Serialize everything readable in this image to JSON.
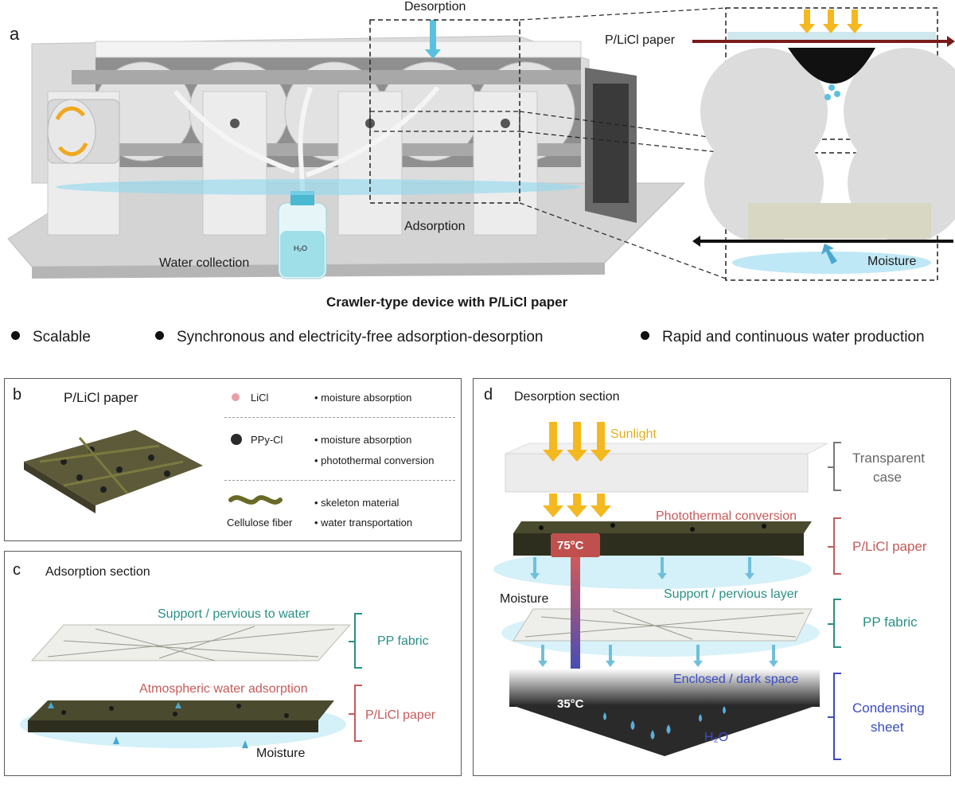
{
  "panel_a": {
    "letter": "a",
    "desorption": "Desorption",
    "adsorption": "Adsorption",
    "water_collection": "Water collection",
    "h2o_bottle": "H₂O",
    "plicl_paper": "P/LiCl paper",
    "moisture": "Moisture",
    "title": "Crawler-type device with P/LiCl paper"
  },
  "bullets": [
    "Scalable",
    "Synchronous and electricity-free adsorption-desorption",
    "Rapid and continuous water production"
  ],
  "panel_b": {
    "letter": "b",
    "title": "P/LiCl paper",
    "licl": "LiCl",
    "licl_prop": "• moisture absorption",
    "ppy": "PPy-Cl",
    "ppy_prop1": "• moisture absorption",
    "ppy_prop2": "• photothermal conversion",
    "fiber": "Cellulose fiber",
    "fiber_prop1": "• skeleton material",
    "fiber_prop2": "• water transportation"
  },
  "panel_c": {
    "letter": "c",
    "title": "Adsorption section",
    "support": "Support / pervious to water",
    "pp_fabric": "PP fabric",
    "atmo": "Atmospheric water adsorption",
    "plicl": "P/LiCl paper",
    "moisture": "Moisture"
  },
  "panel_d": {
    "letter": "d",
    "title": "Desorption section",
    "sunlight": "Sunlight",
    "transparent": "Transparent",
    "case": "case",
    "photothermal": "Photothermal conversion",
    "plicl": "P/LiCl paper",
    "temp_hot": "75°C",
    "moisture": "Moisture",
    "support": "Support / pervious layer",
    "pp_fabric": "PP fabric",
    "temp_cold": "35°C",
    "enclosed": "Enclosed / dark space",
    "condensing": "Condensing",
    "sheet": "sheet",
    "h2o": "H₂O"
  },
  "colors": {
    "teal": "#2a8f85",
    "red": "#c65a5a",
    "blue": "#3a4cc0",
    "gold": "#e0b020",
    "moisture": "#7fd0ea"
  }
}
